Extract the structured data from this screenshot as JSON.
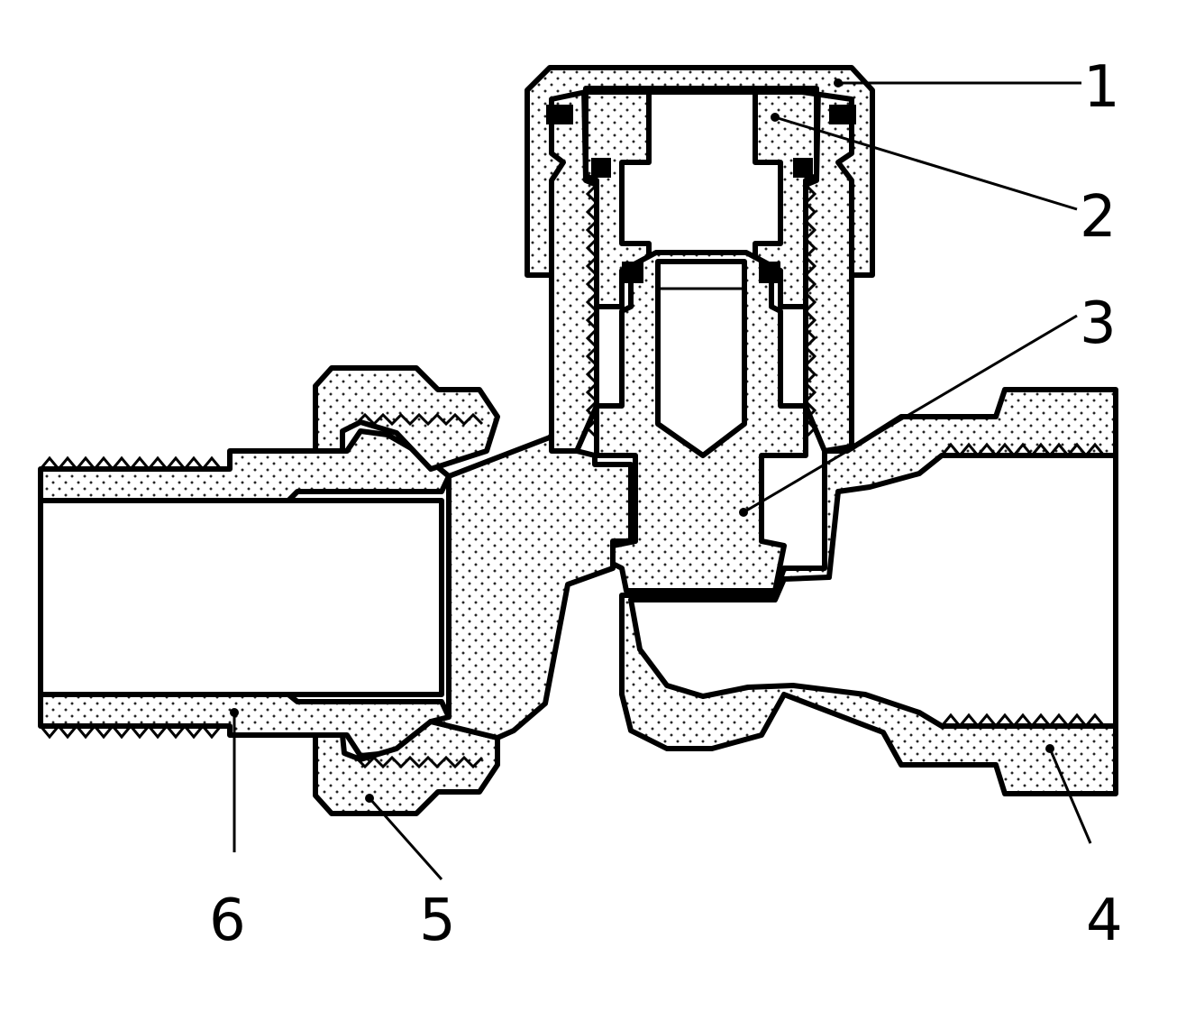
{
  "labels": [
    {
      "id": "1",
      "text": "1"
    },
    {
      "id": "2",
      "text": "2"
    },
    {
      "id": "3",
      "text": "3"
    },
    {
      "id": "4",
      "text": "4"
    },
    {
      "id": "5",
      "text": "5"
    },
    {
      "id": "6",
      "text": "6"
    }
  ],
  "colors": {
    "ink": "#000000",
    "paper": "#ffffff"
  }
}
